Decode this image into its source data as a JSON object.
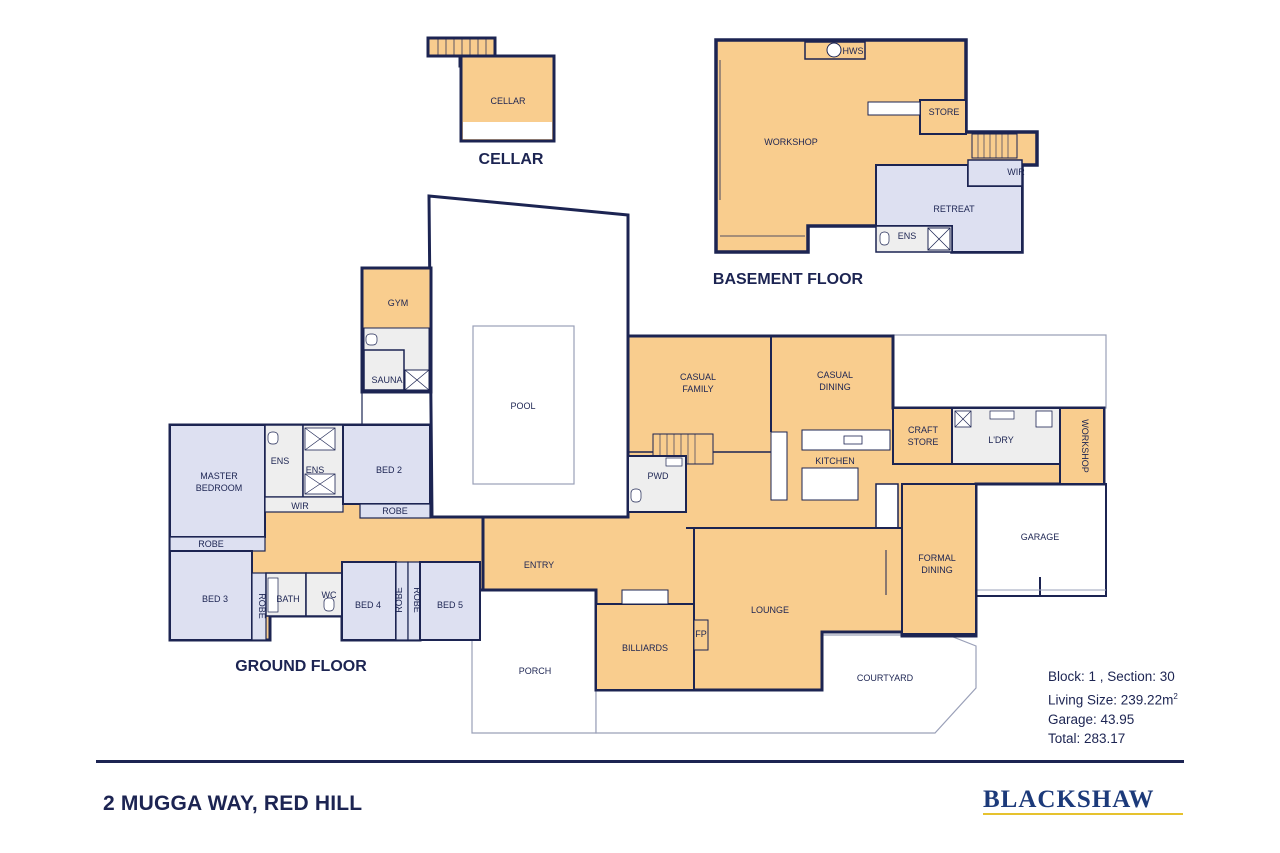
{
  "colors": {
    "living": "#f9cd8e",
    "bedroom": "#dde0f1",
    "wet": "#eeeeee",
    "wall": "#1c2452",
    "outline": "#9aa0b8",
    "brand": "#1c3a7a",
    "brand_underline": "#e6c22e"
  },
  "floors": {
    "cellar": "CELLAR",
    "basement": "BASEMENT FLOOR",
    "ground": "GROUND FLOOR"
  },
  "rooms": {
    "cellar": "CELLAR",
    "hws": "HWS",
    "workshop_basement": "WORKSHOP",
    "store": "STORE",
    "wir_basement": "WIR",
    "retreat": "RETREAT",
    "ens_basement": "ENS",
    "gym": "GYM",
    "sauna": "SAUNA",
    "pool": "POOL",
    "casual_family": [
      "CASUAL",
      "FAMILY"
    ],
    "casual_dining": [
      "CASUAL",
      "DINING"
    ],
    "craft_store": [
      "CRAFT",
      "STORE"
    ],
    "lory": "L'DRY",
    "workshop_ground": "WORKSHOP",
    "kitchen": "KITCHEN",
    "pwd": "PWD",
    "master_bedroom": [
      "MASTER",
      "BEDROOM"
    ],
    "ens_1": "ENS",
    "ens_2": "ENS",
    "bed_2": "BED 2",
    "wir_ground": "WIR",
    "robe_bed2": "ROBE",
    "robe_master": "ROBE",
    "bed_3": "BED 3",
    "robe_bed3": "ROBE",
    "bath": "BATH",
    "wc": "WC",
    "bed_4": "BED 4",
    "robe_bed4": "ROBE",
    "robe_bed5": "ROBE",
    "bed_5": "BED 5",
    "entry": "ENTRY",
    "garage": "GARAGE",
    "formal_dining": [
      "FORMAL",
      "DINING"
    ],
    "lounge": "LOUNGE",
    "fp": "FP",
    "billiards": "BILLIARDS",
    "porch": "PORCH",
    "courtyard": "COURTYARD"
  },
  "stats": {
    "block": "Block: 1 , Section: 30",
    "living_size": "Living Size: 239.22m",
    "living_unit_sup": "2",
    "garage": "Garage: 43.95",
    "total": "Total: 283.17"
  },
  "address": "2 MUGGA WAY, RED HILL",
  "brand": "BLACKSHAW"
}
